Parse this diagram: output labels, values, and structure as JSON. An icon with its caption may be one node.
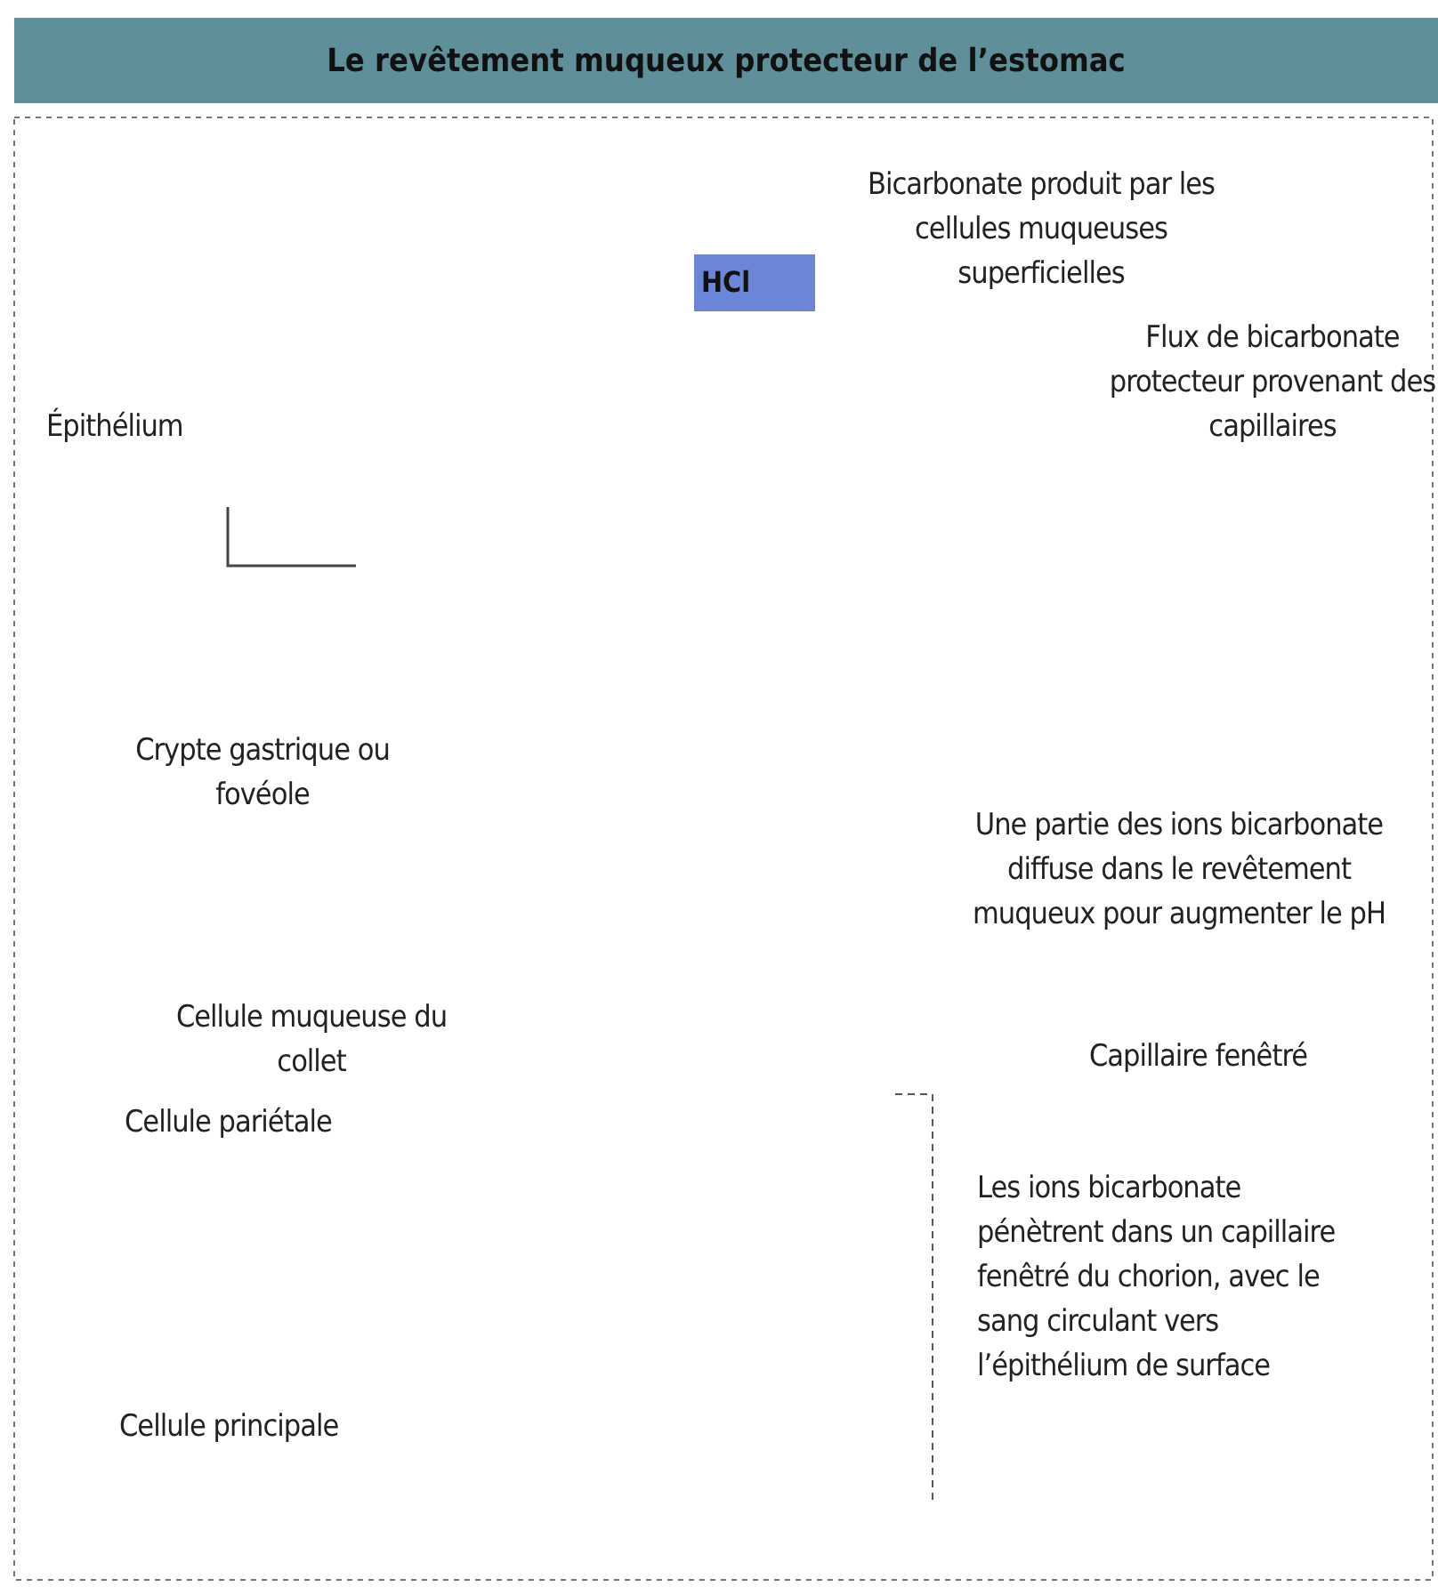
{
  "diagram": {
    "title": "Le revêtement muqueux protecteur de l’estomac",
    "nodes": [
      {
        "text": [
          "HCl"
        ]
      }
    ],
    "labels": [
      "Bicarbonate produit par les cellules muqueuses superficielles",
      "Flux de bicarbonate protecteur provenant des capillaires",
      "Épithélium",
      "Crypte gastrique ou fovéole",
      "Une partie des ions bicarbonate diffuse dans le revêtement muqueux pour augmenter le pH",
      "Cellule muqueuse du collet",
      "Capillaire fenêtré",
      "Cellule pariétale",
      "Les ions bicarbonate pénètrent dans un capillaire fenêtré du chorion, avec le sang circulant vers l’épithélium de surface",
      "Cellule principale"
    ]
  }
}
